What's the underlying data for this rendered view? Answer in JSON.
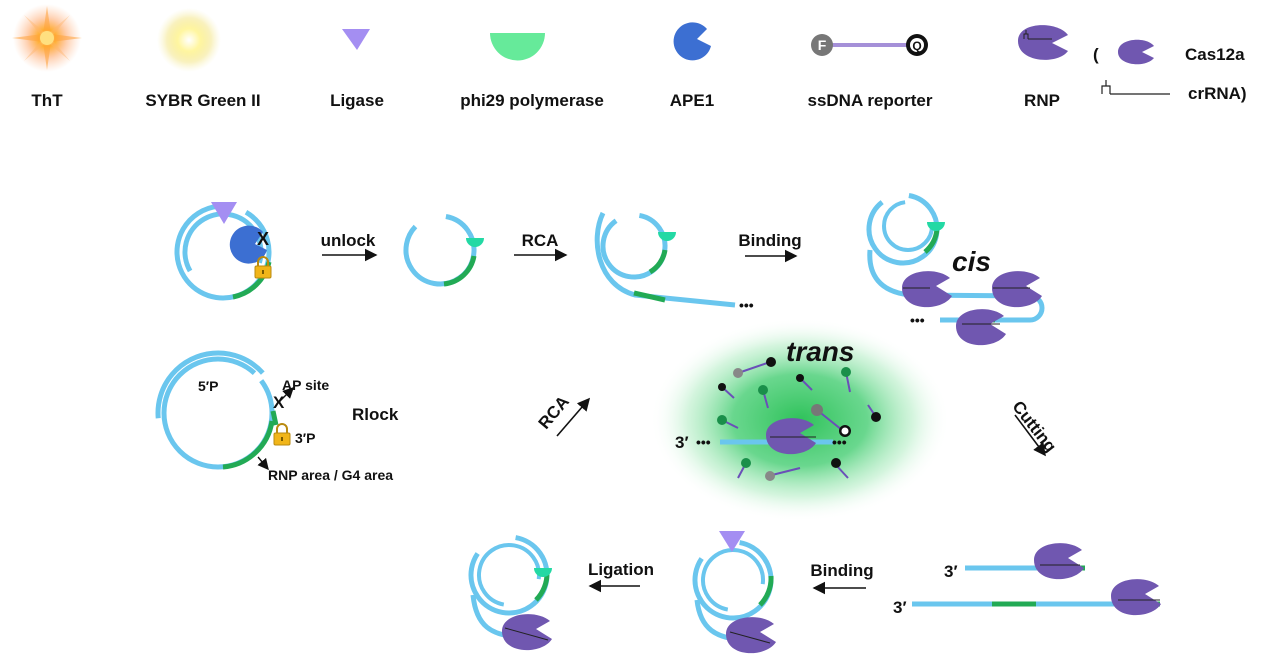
{
  "legend": {
    "tht": "ThT",
    "sybr": "SYBR Green II",
    "ligase": "Ligase",
    "phi29": "phi29 polymerase",
    "ape1": "APE1",
    "reporter": "ssDNA reporter",
    "reporter_f": "F",
    "reporter_q": "Q",
    "rnp": "RNP",
    "open_paren": "(",
    "cas12a": "Cas12a",
    "crrna": "crRNA)"
  },
  "steps": {
    "unlock": "unlock",
    "rca1": "RCA",
    "binding1": "Binding",
    "cis": "cis",
    "trans": "trans",
    "cutting": "Cutting",
    "binding2": "Binding",
    "ligation": "Ligation",
    "rca2": "RCA"
  },
  "rlock": {
    "title": "Rlock",
    "five_p": "5′P",
    "three_p": "3′P",
    "ap_site": "AP site",
    "rnp_area": "RNP area / G4 area",
    "x_mark": "X"
  },
  "trans_panel": {
    "three_prime": "3′",
    "ellipsis_left": "•••",
    "ellipsis_right": "•••"
  },
  "products": {
    "ellipsis_rca": "•••",
    "ellipsis_cis": "•••",
    "three_prime_a": "3′",
    "three_prime_b": "3′"
  }
}
